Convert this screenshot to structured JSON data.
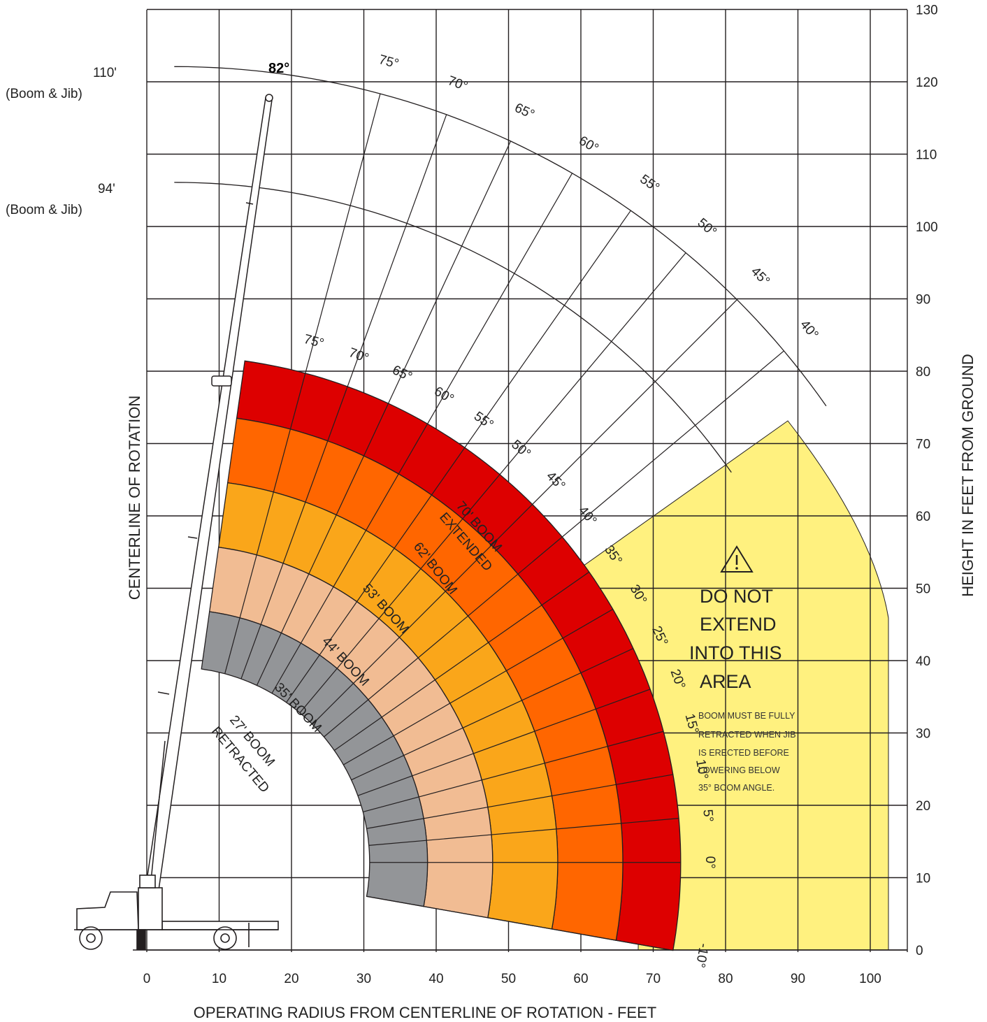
{
  "titles": {
    "x_axis": "OPERATING RADIUS FROM CENTERLINE OF ROTATION - FEET",
    "y_axis_right": "HEIGHT IN FEET FROM GROUND",
    "centerline": "CENTERLINE OF ROTATION"
  },
  "x_ticks": [
    "0",
    "10",
    "20",
    "30",
    "40",
    "50",
    "60",
    "70",
    "80",
    "90",
    "100"
  ],
  "y_ticks": [
    "0",
    "10",
    "20",
    "30",
    "40",
    "50",
    "60",
    "70",
    "80",
    "90",
    "100",
    "110",
    "120",
    "130"
  ],
  "jib_arcs": [
    {
      "label": "110'",
      "sublabel": "(Boom & Jib)",
      "length_ft": 110
    },
    {
      "label": "94'",
      "sublabel": "(Boom & Jib)",
      "length_ft": 94
    }
  ],
  "max_angle_label": "82°",
  "outer_angle_labels": [
    "75°",
    "70°",
    "65°",
    "60°",
    "55°",
    "50°",
    "45°",
    "40°"
  ],
  "inner_angle_labels": [
    "75°",
    "70°",
    "65°",
    "60°",
    "55°",
    "50°",
    "45°",
    "40°",
    "35°",
    "30°",
    "25°",
    "20°",
    "15°",
    "10°",
    "5°",
    "0°",
    "-10°"
  ],
  "boom_sections": [
    {
      "name": "27' BOOM",
      "name2": "RETRACTED",
      "length_ft": 27,
      "color": "#ffffff"
    },
    {
      "name": "35' BOOM",
      "length_ft": 35,
      "color": "#939598"
    },
    {
      "name": "44' BOOM",
      "length_ft": 44,
      "color": "#f1bc93"
    },
    {
      "name": "53' BOOM",
      "length_ft": 53,
      "color": "#faa61a"
    },
    {
      "name": "62' BOOM",
      "length_ft": 62,
      "color": "#ff6600"
    },
    {
      "name": "70' BOOM",
      "name2": "EXTENDED",
      "length_ft": 70,
      "color": "#dd0000"
    }
  ],
  "warning": {
    "title_lines": [
      "DO NOT",
      "EXTEND",
      "INTO THIS",
      "AREA"
    ],
    "note_lines": [
      "BOOM MUST BE FULLY",
      "RETRACTED WHEN JIB",
      "IS ERECTED BEFORE",
      "LOWERING BELOW",
      "35° BOOM ANGLE."
    ],
    "color": "#fff17f"
  },
  "colors": {
    "grid": "#231f20",
    "boom_line": "#231f20"
  }
}
